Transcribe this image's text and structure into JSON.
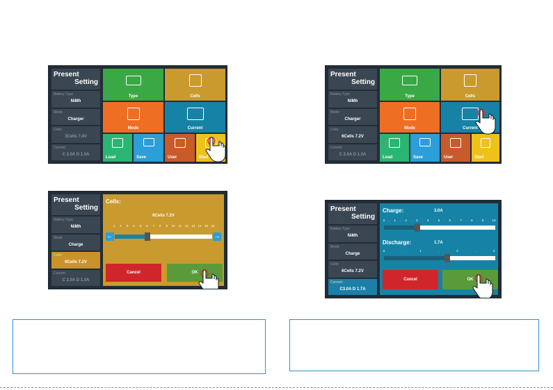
{
  "sidebar": {
    "title_line1": "Present",
    "title_line2": "Setting",
    "battery_type_label": "Battery Type",
    "battery_type_value": "NiMh",
    "mode_label": "Mode:",
    "cells_label": "Cells:",
    "current_label": "Current:"
  },
  "screen1": {
    "mode_value": "Charger",
    "cells_value": "3Cells  7.4V",
    "current_value": "C 2.0A  D 1.0A"
  },
  "screen2": {
    "mode_value": "Charger",
    "cells_value": "6Cells  7.2V",
    "current_value": "C 2.0A  D 1.0A"
  },
  "screen3": {
    "mode_value": "Charge",
    "cells_value": "6Cells  7.2V",
    "current_value": "C 2.0A  D 1.0A",
    "heading": "Cells:",
    "selected_text": "6Cells  7.2V",
    "ticks": [
      "1",
      "2",
      "3",
      "4",
      "5",
      "6",
      "7",
      "8",
      "9",
      "10",
      "11",
      "12",
      "13",
      "14",
      "15",
      "16"
    ],
    "slider_value": 6,
    "cancel": "Cancel",
    "ok": "OK"
  },
  "screen4": {
    "mode_value": "Charge",
    "cells_value": "6Cells  7.2V",
    "current_value": "C3.0A  D 1.7A",
    "charge_label": "Charge:",
    "charge_value": "3.0A",
    "charge_ticks": [
      "0",
      ".",
      "1",
      ".",
      "2",
      ".",
      "3",
      ".",
      "4",
      ".",
      "5",
      ".",
      "6",
      ".",
      "7",
      ".",
      "8",
      ".",
      "9",
      ".",
      "10"
    ],
    "discharge_label": "Discharge:",
    "discharge_value": "1.7A",
    "discharge_ticks": [
      "0",
      ".",
      "1",
      ".",
      "2",
      ".",
      "3"
    ],
    "cancel": "Cancel",
    "ok": "OK"
  },
  "tiles": {
    "type": "Type",
    "cells": "Cells",
    "mode": "Mode",
    "current": "Current",
    "load": "Load",
    "save": "Save",
    "user": "User",
    "start": "Start"
  },
  "colors": {
    "green": "#3aa845",
    "gold": "#c99a2e",
    "orange": "#ee6e23",
    "blue": "#1683a6",
    "panel_dark": "#222d38",
    "cancel_red": "#d0262b",
    "ok_green": "#5a9a3a",
    "note_border": "#2d8fd0"
  }
}
